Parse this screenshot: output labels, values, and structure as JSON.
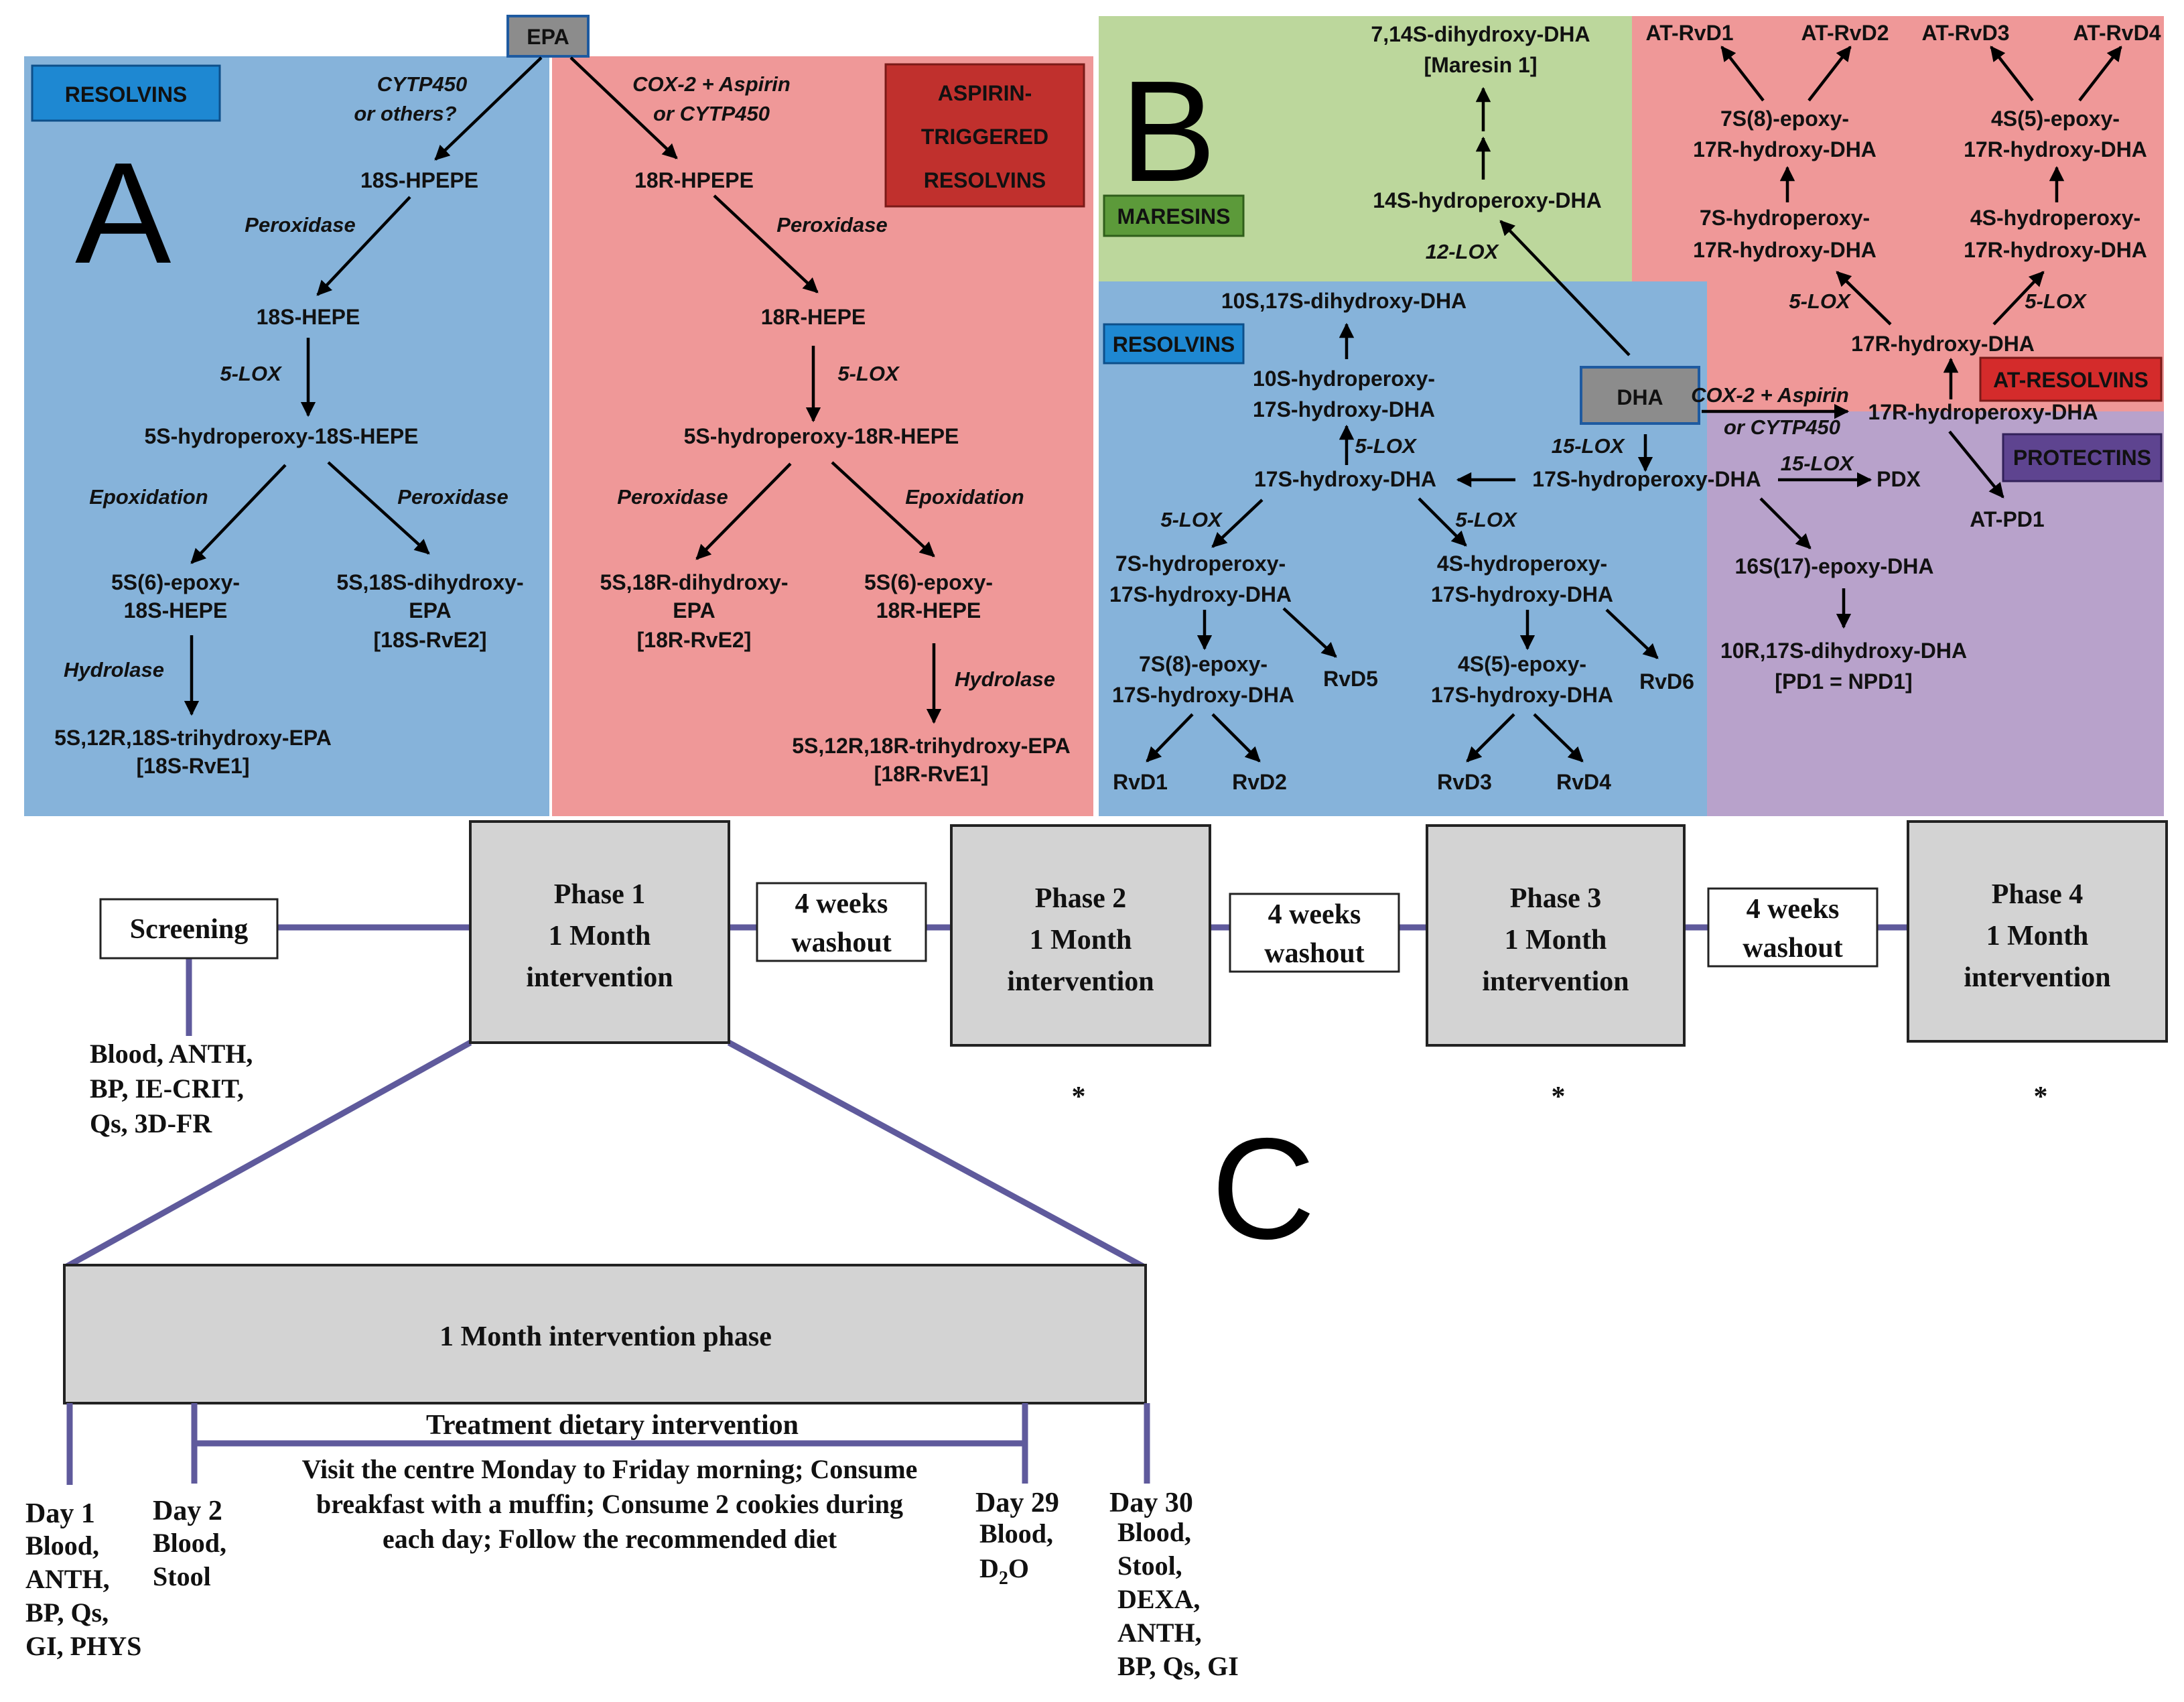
{
  "panel_labels": {
    "a": "A",
    "b": "B",
    "c": "C"
  },
  "colors": {
    "blue_bg": "#86b3da",
    "red_bg": "#ef9898",
    "green_bg": "#bcd79c",
    "purple_bg": "#b8a2cb",
    "resolvins_tag": "#1e88d2",
    "aspirin_tag": "#c0302d",
    "maresins_tag": "#5c9a3a",
    "protectins_tag": "#5e4490",
    "node_grey": "#8c8c8c",
    "phase_grey": "#d3d3d3",
    "timeline": "#5f5a9c"
  },
  "panelA": {
    "tag_resolvins": "RESOLVINS",
    "tag_aspirin": [
      "ASPIRIN-",
      "TRIGGERED",
      "RESOLVINS"
    ],
    "epa": "EPA",
    "left": {
      "enz_cyp": [
        "CYTP450",
        "or others?"
      ],
      "hpepe": "18S-HPEPE",
      "enz_perox": "Peroxidase",
      "hepe": "18S-HEPE",
      "enz_5lox": "5-LOX",
      "hydroperoxy": "5S-hydroperoxy-18S-HEPE",
      "enz_epox": "Epoxidation",
      "enz_perox2": "Peroxidase",
      "epoxy": [
        "5S(6)-epoxy-",
        "18S-HEPE"
      ],
      "dihydroxy": [
        "5S,18S-dihydroxy-",
        "EPA",
        "[18S-RvE2]"
      ],
      "enz_hydrolase": "Hydrolase",
      "trihydroxy": [
        "5S,12R,18S-trihydroxy-EPA",
        "[18S-RvE1]"
      ]
    },
    "right": {
      "enz_cox": [
        "COX-2 + Aspirin",
        "or CYTP450"
      ],
      "hpepe": "18R-HPEPE",
      "enz_perox": "Peroxidase",
      "hepe": "18R-HEPE",
      "enz_5lox": "5-LOX",
      "hydroperoxy": "5S-hydroperoxy-18R-HEPE",
      "enz_perox2": "Peroxidase",
      "enz_epox": "Epoxidation",
      "dihydroxy": [
        "5S,18R-dihydroxy-",
        "EPA",
        "[18R-RvE2]"
      ],
      "epoxy": [
        "5S(6)-epoxy-",
        "18R-HEPE"
      ],
      "enz_hydrolase": "Hydrolase",
      "trihydroxy": [
        "5S,12R,18R-trihydroxy-EPA",
        "[18R-RvE1]"
      ]
    }
  },
  "panelB": {
    "tag_maresins": "MARESINS",
    "tag_resolvins": "RESOLVINS",
    "tag_at_resolvins": "AT-RESOLVINS",
    "tag_protectins": "PROTECTINS",
    "dha": "DHA",
    "maresin": [
      "7,14S-dihydroxy-DHA",
      "[Maresin 1]"
    ],
    "hydroperoxy14": "14S-hydroperoxy-DHA",
    "enz_12lox": "12-LOX",
    "dihydroxy10": "10S,17S-dihydroxy-DHA",
    "hydroperoxy10": [
      "10S-hydroperoxy-",
      "17S-hydroxy-DHA"
    ],
    "enz_5lox_a": "5-LOX",
    "enz_15lox": "15-LOX",
    "hydroxy17s": "17S-hydroxy-DHA",
    "hydroperoxy17s": "17S-hydroperoxy-DHA",
    "enz_5lox_b": "5-LOX",
    "enz_5lox_c": "5-LOX",
    "hydroperoxy7": [
      "7S-hydroperoxy-",
      "17S-hydroxy-DHA"
    ],
    "hydroperoxy4": [
      "4S-hydroperoxy-",
      "17S-hydroxy-DHA"
    ],
    "epoxy7": [
      "7S(8)-epoxy-",
      "17S-hydroxy-DHA"
    ],
    "epoxy4": [
      "4S(5)-epoxy-",
      "17S-hydroxy-DHA"
    ],
    "rvd5": "RvD5",
    "rvd6": "RvD6",
    "rvd1": "RvD1",
    "rvd2": "RvD2",
    "rvd3": "RvD3",
    "rvd4": "RvD4",
    "enz_15lox_pdx": "15-LOX",
    "pdx": "PDX",
    "epoxy16": "16S(17)-epoxy-DHA",
    "pd1": [
      "10R,17S-dihydroxy-DHA",
      "[PD1 = NPD1]"
    ],
    "enz_cox": [
      "COX-2 + Aspirin",
      "or CYTP450"
    ],
    "hydroperoxy17r": "17R-hydroperoxy-DHA",
    "at_pd1": "AT-PD1",
    "hydroxy17r": "17R-hydroxy-DHA",
    "enz_5lox_d": "5-LOX",
    "enz_5lox_e": "5-LOX",
    "at_hydroperoxy7": [
      "7S-hydroperoxy-",
      "17R-hydroxy-DHA"
    ],
    "at_hydroperoxy4": [
      "4S-hydroperoxy-",
      "17R-hydroxy-DHA"
    ],
    "at_epoxy7": [
      "7S(8)-epoxy-",
      "17R-hydroxy-DHA"
    ],
    "at_epoxy4": [
      "4S(5)-epoxy-",
      "17R-hydroxy-DHA"
    ],
    "at_rvd1": "AT-RvD1",
    "at_rvd2": "AT-RvD2",
    "at_rvd3": "AT-RvD3",
    "at_rvd4": "AT-RvD4"
  },
  "panelC": {
    "screening": "Screening",
    "screening_measures": [
      "Blood, ANTH,",
      "BP, IE-CRIT,",
      "Qs, 3D-FR"
    ],
    "phases": [
      [
        "Phase 1",
        "1 Month",
        "intervention"
      ],
      [
        "Phase 2",
        "1 Month",
        "intervention"
      ],
      [
        "Phase 3",
        "1 Month",
        "intervention"
      ],
      [
        "Phase 4",
        "1 Month",
        "intervention"
      ]
    ],
    "washout": [
      "4 weeks",
      "washout"
    ],
    "asterisk": "*",
    "intervention_phase": "1 Month intervention phase",
    "treatment": "Treatment dietary intervention",
    "treatment_desc": [
      "Visit the centre Monday to Friday morning; Consume",
      "breakfast with a muffin; Consume 2 cookies during",
      "each day; Follow the recommended diet"
    ],
    "day1": [
      "Day 1",
      "Blood,",
      "ANTH,",
      "BP, Qs,",
      "GI, PHYS"
    ],
    "day2": [
      "Day 2",
      "Blood,",
      "Stool"
    ],
    "day29": [
      "Day 29",
      "Blood,",
      "D",
      "2",
      "O"
    ],
    "day30": [
      "Day 30",
      "Blood,",
      "Stool,",
      "DEXA,",
      "ANTH,",
      "BP, Qs, GI"
    ]
  }
}
